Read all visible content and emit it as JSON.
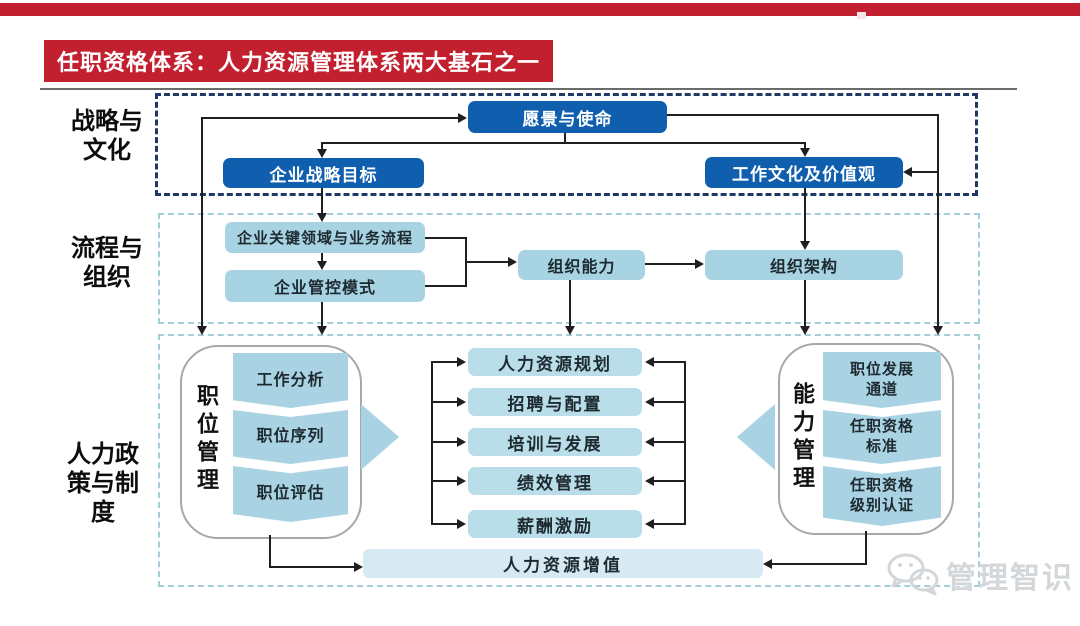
{
  "title": "任职资格体系：人力资源管理体系两大基石之一",
  "rows": [
    {
      "label_lines": [
        "战略与",
        "文化"
      ]
    },
    {
      "label_lines": [
        "流程与",
        "组织"
      ]
    },
    {
      "label_lines": [
        "人力政",
        "策与制",
        "度"
      ]
    }
  ],
  "strategy_section": {
    "vision": "愿景与使命",
    "strategy_goal": "企业战略目标",
    "culture_values": "工作文化及价值观"
  },
  "process_section": {
    "key_domains": "企业关键领域与业务流程",
    "control_model": "企业管控模式",
    "org_capability": "组织能力",
    "org_structure": "组织架构"
  },
  "hr_section": {
    "position_mgmt": {
      "label": "职位管理",
      "items": [
        "工作分析",
        "职位序列",
        "职位评估"
      ]
    },
    "hr_modules": [
      "人力资源规划",
      "招聘与配置",
      "培训与发展",
      "绩效管理",
      "薪酬激励"
    ],
    "capability_mgmt": {
      "label": "能力管理",
      "items": [
        "职位发展\n通道",
        "任职资格\n标准",
        "任职资格\n级别认证"
      ]
    },
    "hr_value_add": "人力资源增值"
  },
  "watermark": {
    "text": "管理智识",
    "icon": "wechat-icon"
  },
  "colors": {
    "banner_red": "#c2202e",
    "dark_blue": "#0f5fae",
    "light_blue_box": "#a7d3e3",
    "module_blue": "#b9dde9",
    "value_blue": "#d7eaf3",
    "frame_navy": "#1f3864",
    "frame_light": "#a3cdd9"
  }
}
